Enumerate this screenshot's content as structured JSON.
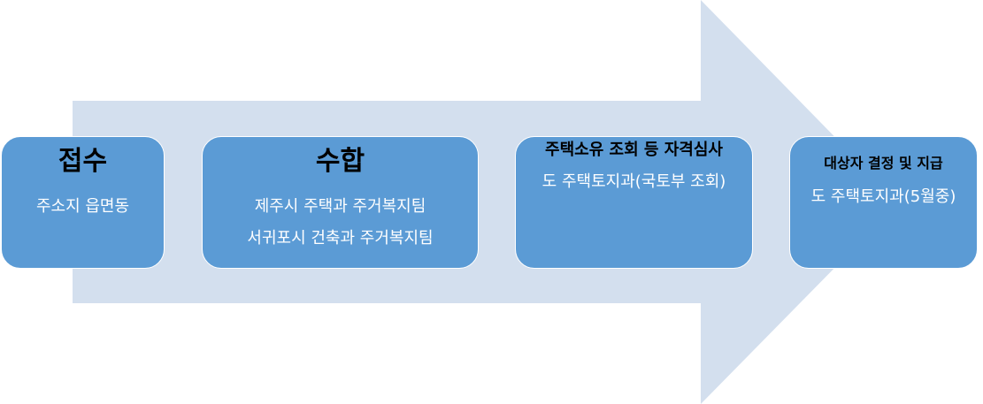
{
  "colors": {
    "arrow_fill": "#d3dfee",
    "box_fill": "#5b9bd5",
    "box_text": "#ffffff",
    "title_text": "#000000"
  },
  "steps": [
    {
      "title": "접수",
      "lines": [
        "주소지 읍면동"
      ]
    },
    {
      "title": "수합",
      "lines": [
        "제주시 주택과 주거복지팀",
        "서귀포시 건축과 주거복지팀"
      ]
    },
    {
      "title": "주택소유 조회 등 자격심사",
      "lines": [
        "도 주택토지과(국토부 조회)"
      ]
    },
    {
      "title": "대상자 결정 및 지급",
      "lines": [
        "도 주택토지과(5월중)"
      ]
    }
  ]
}
